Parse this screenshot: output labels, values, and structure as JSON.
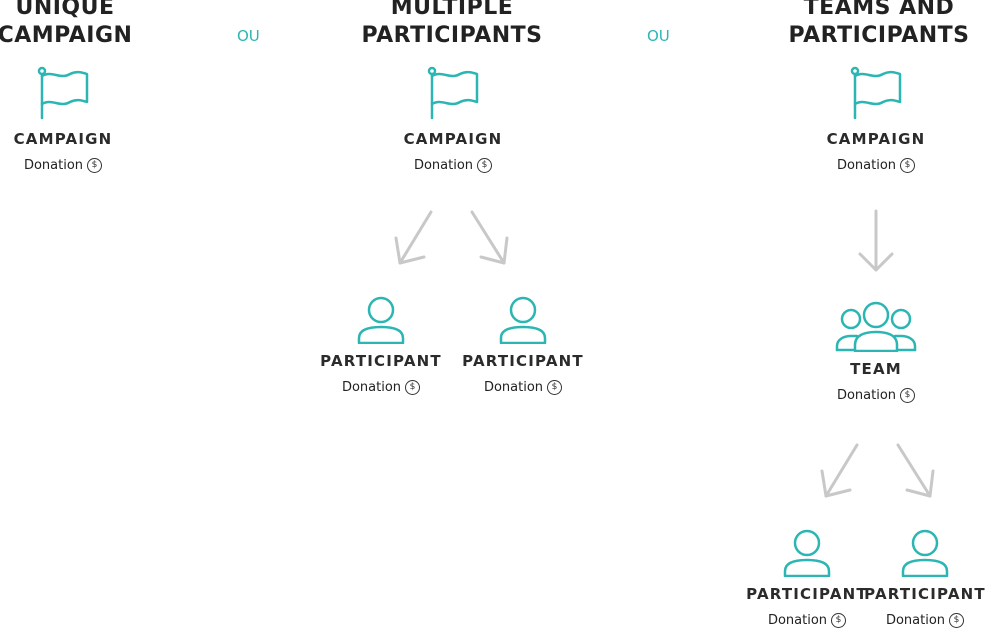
{
  "columns": {
    "unique": {
      "heading_line1": "UNIQUE",
      "heading_line2": "CAMPAIGN"
    },
    "multiple": {
      "heading_line1": "MULTIPLE",
      "heading_line2": "PARTICIPANTS"
    },
    "teams": {
      "heading_line1": "TEAMS AND",
      "heading_line2": "PARTICIPANTS"
    }
  },
  "separator": "OU",
  "labels": {
    "campaign": "CAMPAIGN",
    "participant": "PARTICIPANT",
    "team": "TEAM",
    "donation": "Donation",
    "currency_symbol": "$"
  },
  "icons": {
    "campaign": "flag-icon",
    "participant": "person-icon",
    "team": "group-icon",
    "donation": "dollar-circle-icon",
    "connector": "arrow-icon"
  },
  "colors": {
    "accent": "#2bb5b3",
    "arrow": "#c8c8c8",
    "text": "#222222"
  }
}
